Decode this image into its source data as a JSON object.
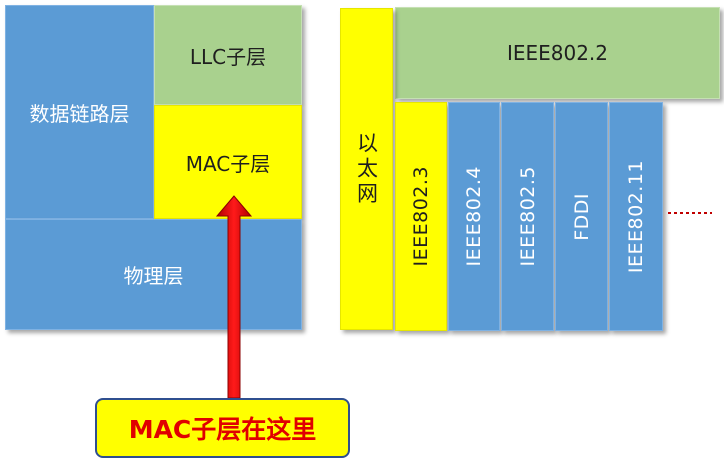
{
  "left": {
    "data_link_layer": "数据链路层",
    "llc_sublayer": "LLC子层",
    "mac_sublayer": "MAC子层",
    "physical_layer": "物理层"
  },
  "right": {
    "ieee_802_2": "IEEE802.2",
    "ethernet": "以太网",
    "standards": [
      "IEEE802.3",
      "IEEE802.4",
      "IEEE802.5",
      "FDDI",
      "IEEE802.11"
    ]
  },
  "callout": "MAC子层在这里",
  "colors": {
    "blue": "#5b9bd5",
    "green": "#a9d18e",
    "yellow": "#ffff00",
    "arrow": "#ff0000",
    "callout_text": "#e00000",
    "callout_border": "#2f4f8f",
    "dotted_line": "#c00000"
  }
}
